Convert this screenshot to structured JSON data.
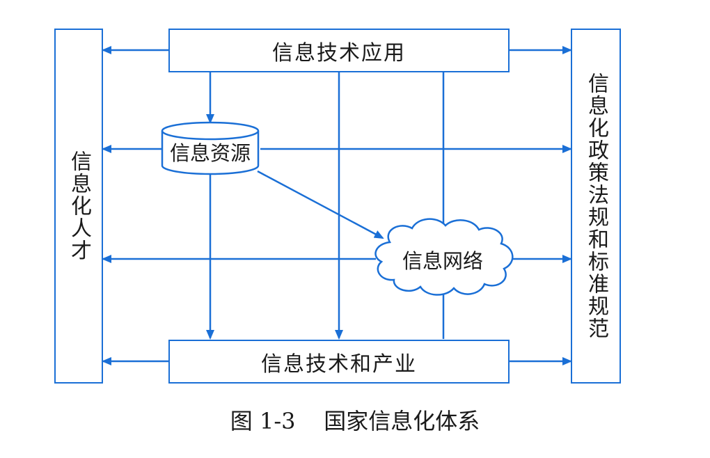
{
  "diagram": {
    "top_box": "信息技术应用",
    "bottom_box": "信息技术和产业",
    "left_box": "信息化人才",
    "right_box": "信息化政策法规和标准规范",
    "resource_node": "信息资源",
    "network_node": "信息网络",
    "line_color": "#1a6fd6"
  },
  "caption": {
    "number": "图 1-3",
    "title": "国家信息化体系"
  }
}
